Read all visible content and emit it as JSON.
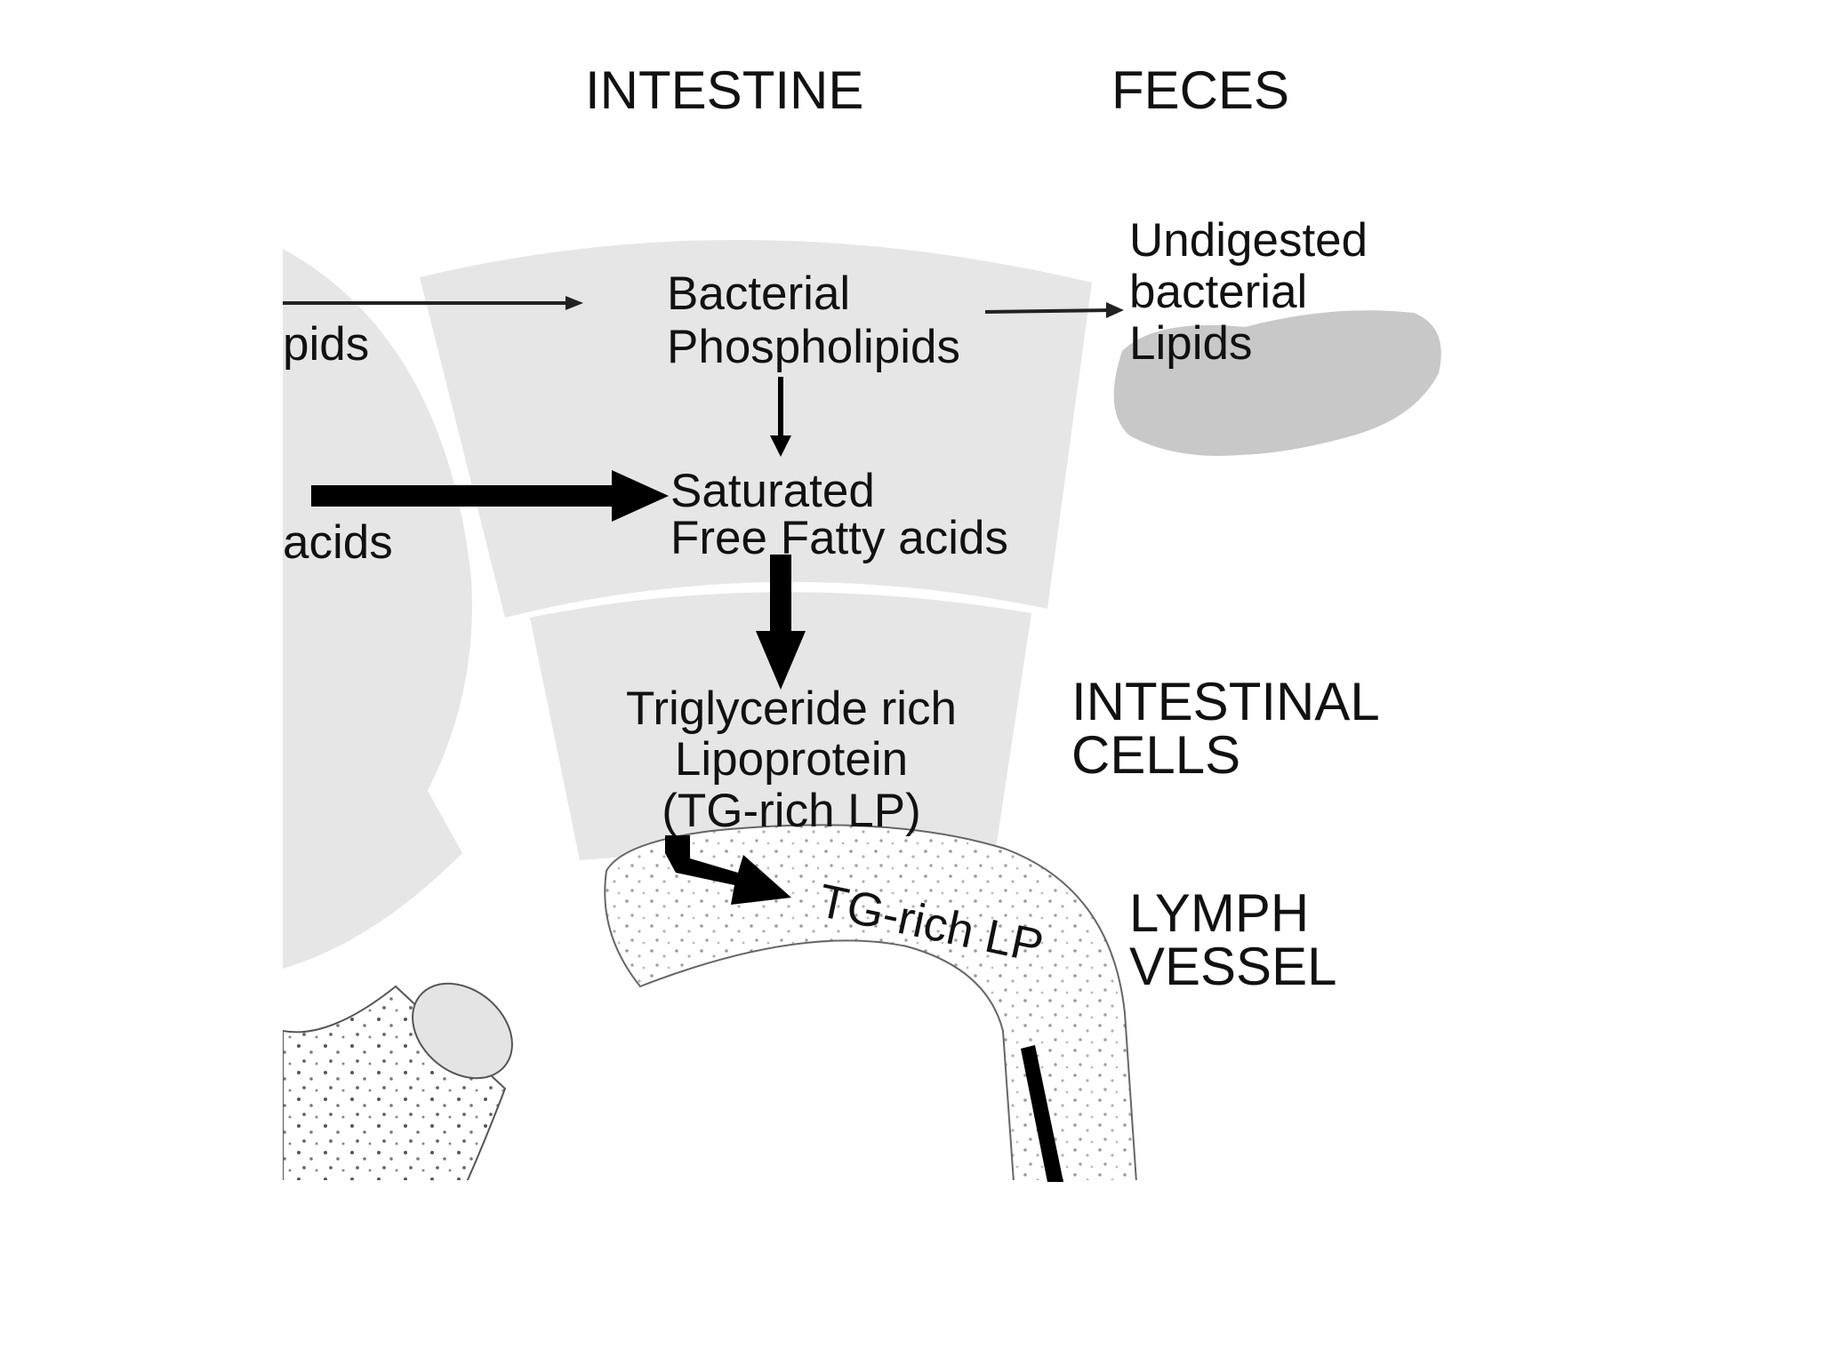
{
  "regions": {
    "intestine": "INTESTINE",
    "feces": "FECES",
    "intestinal_cells": [
      "INTESTINAL",
      "CELLS"
    ],
    "lymph_vessel": [
      "LYMPH",
      "VESSEL"
    ]
  },
  "nodes": {
    "partial_left_top": "pids",
    "partial_left_bottom": "acids",
    "bacterial_phospholipids": [
      "Bacterial",
      "Phospholipids"
    ],
    "undigested_bacterial_lipids": [
      "Undigested",
      "bacterial",
      "Lipids"
    ],
    "saturated_ffa": [
      "Saturated",
      "Free Fatty acids"
    ],
    "tg_rich_lipoprotein": [
      "Triglyceride rich",
      "Lipoprotein",
      "(TG-rich LP)"
    ],
    "tg_rich_lp_lymph": "TG-rich LP"
  },
  "colors": {
    "background": "#ffffff",
    "region_fill": "#e6e6e6",
    "feces_blob": "#c8c8c8",
    "arrow": "#000000",
    "thin_arrow": "#222222",
    "text": "#111111"
  }
}
